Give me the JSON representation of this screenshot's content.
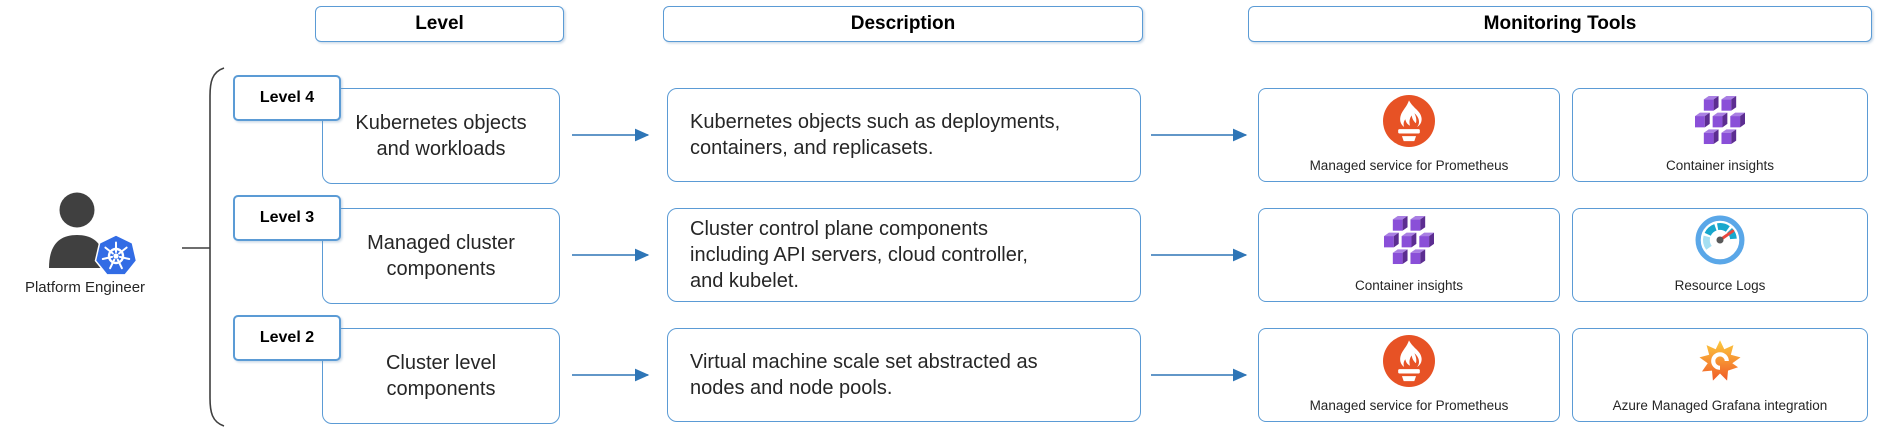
{
  "headers": {
    "level": "Level",
    "description": "Description",
    "monitoring_tools": "Monitoring Tools"
  },
  "actor": {
    "label": "Platform Engineer",
    "icons": [
      "person-icon",
      "kubernetes-icon"
    ]
  },
  "rows": [
    {
      "badge": "Level 4",
      "level": "Kubernetes objects\nand workloads",
      "description": "Kubernetes objects such as deployments,\ncontainers, and replicasets.",
      "tools": [
        {
          "icon": "prometheus-icon",
          "label": "Managed service for Prometheus"
        },
        {
          "icon": "container-insights-icon",
          "label": "Container insights"
        }
      ]
    },
    {
      "badge": "Level 3",
      "level": "Managed cluster\ncomponents",
      "description": "Cluster control plane components\nincluding API servers, cloud controller,\nand kubelet.",
      "tools": [
        {
          "icon": "container-insights-icon",
          "label": "Container insights"
        },
        {
          "icon": "resource-logs-icon",
          "label": "Resource Logs"
        }
      ]
    },
    {
      "badge": "Level 2",
      "level": "Cluster level\ncomponents",
      "description": "Virtual machine scale set abstracted as\nnodes and node pools.",
      "tools": [
        {
          "icon": "prometheus-icon",
          "label": "Managed service for Prometheus"
        },
        {
          "icon": "grafana-icon",
          "label": "Azure Managed Grafana integration"
        }
      ]
    }
  ],
  "colors": {
    "box_border": "#5B9BD5",
    "arrow": "#2E75B6",
    "bracket": "#3F3F3F",
    "text": "#262626",
    "prometheus_orange": "#E75225",
    "container_purple": "#8A4FD8",
    "gauge_teal": "#18A7CD",
    "gauge_ring_blue": "#5AA7E8",
    "needle_red": "#E8483F",
    "grafana_orange": "#F05A28",
    "grafana_yellow": "#FCCB3E",
    "kubernetes_blue": "#326CE5",
    "person_gray": "#404040"
  }
}
